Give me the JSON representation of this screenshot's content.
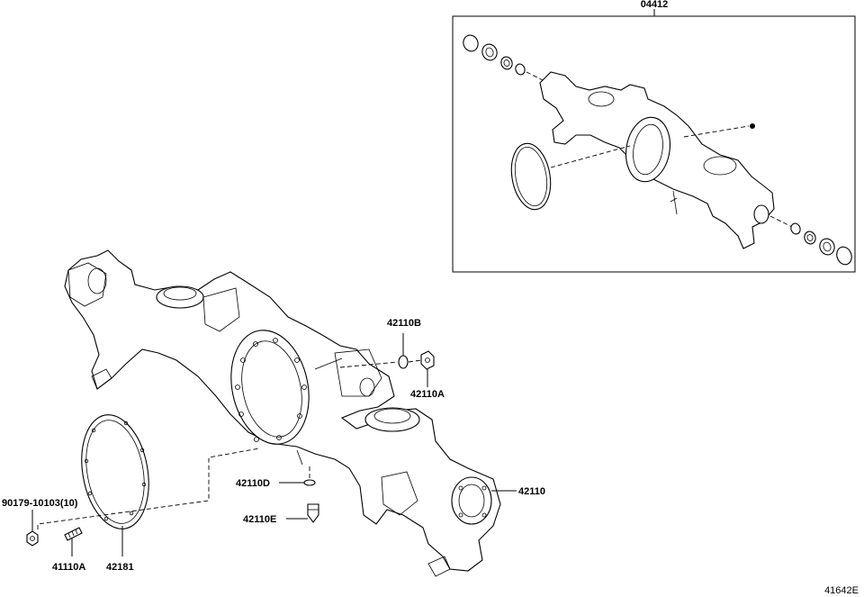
{
  "callouts": {
    "kit": "04412",
    "plug_b": "42110B",
    "plug_a": "42110A",
    "carrier_housing": "42110",
    "gasket_d": "42110D",
    "plug_e": "42110E",
    "nut": "90179-10103(10)",
    "stud": "41110A",
    "cover_gasket": "42181"
  },
  "figure_id": "41642E"
}
